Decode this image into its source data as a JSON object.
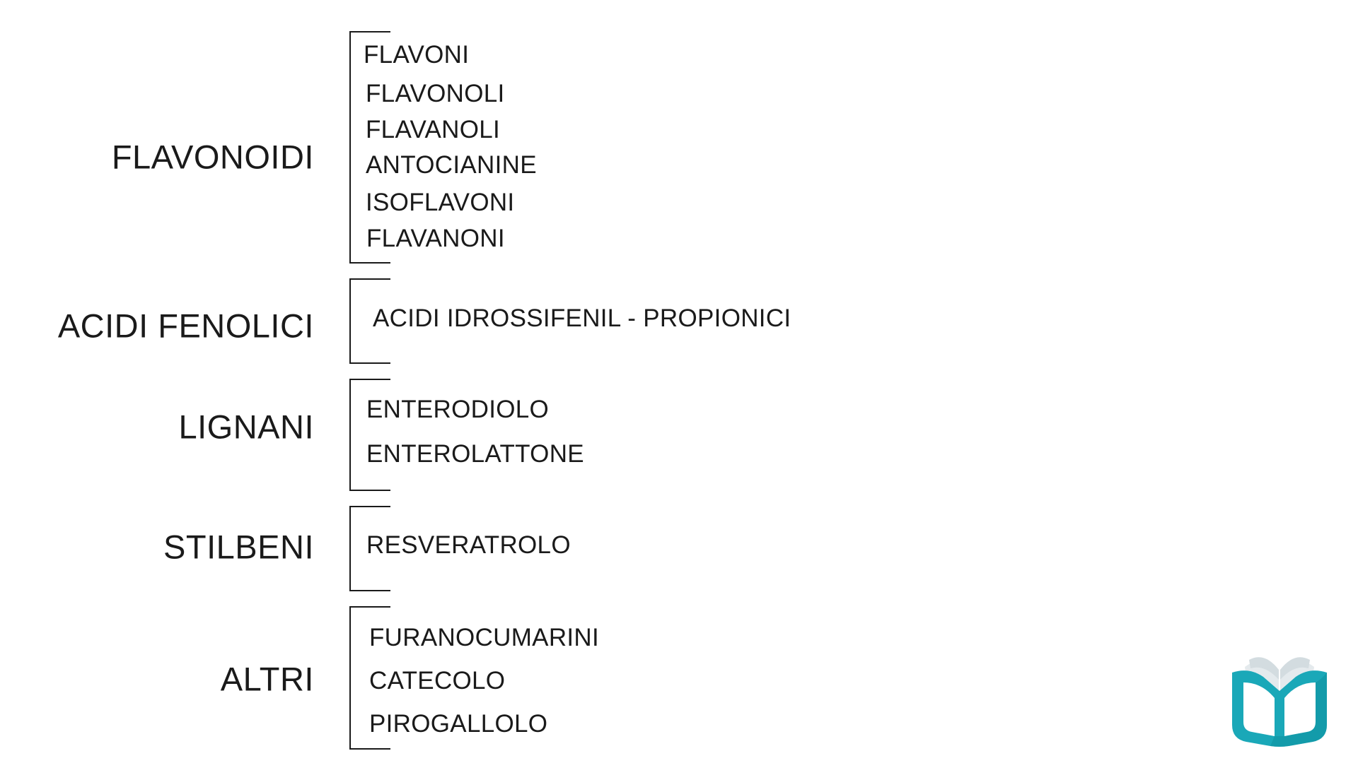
{
  "groups": [
    {
      "category": "FLAVONOIDI",
      "items": [
        "FLAVONI",
        "FLAVONOLI",
        "FLAVANOLI",
        "ANTOCIANINE",
        "ISOFLAVONI",
        "FLAVANONI"
      ]
    },
    {
      "category": "ACIDI FENOLICI",
      "items": [
        "ACIDI IDROSSIFENIL - PROPIONICI"
      ]
    },
    {
      "category": "LIGNANI",
      "items": [
        "ENTERODIOLO",
        "ENTEROLATTONE"
      ]
    },
    {
      "category": "STILBENI",
      "items": [
        "RESVERATROLO"
      ]
    },
    {
      "category": "ALTRI",
      "items": [
        "FURANOCUMARINI",
        "CATECOLO",
        "PIROGALLOLO"
      ]
    }
  ],
  "logo": {
    "icon": "open-book-icon",
    "colors": [
      "#1aa8b8",
      "#0e8f9e",
      "#d9e2e6"
    ]
  }
}
